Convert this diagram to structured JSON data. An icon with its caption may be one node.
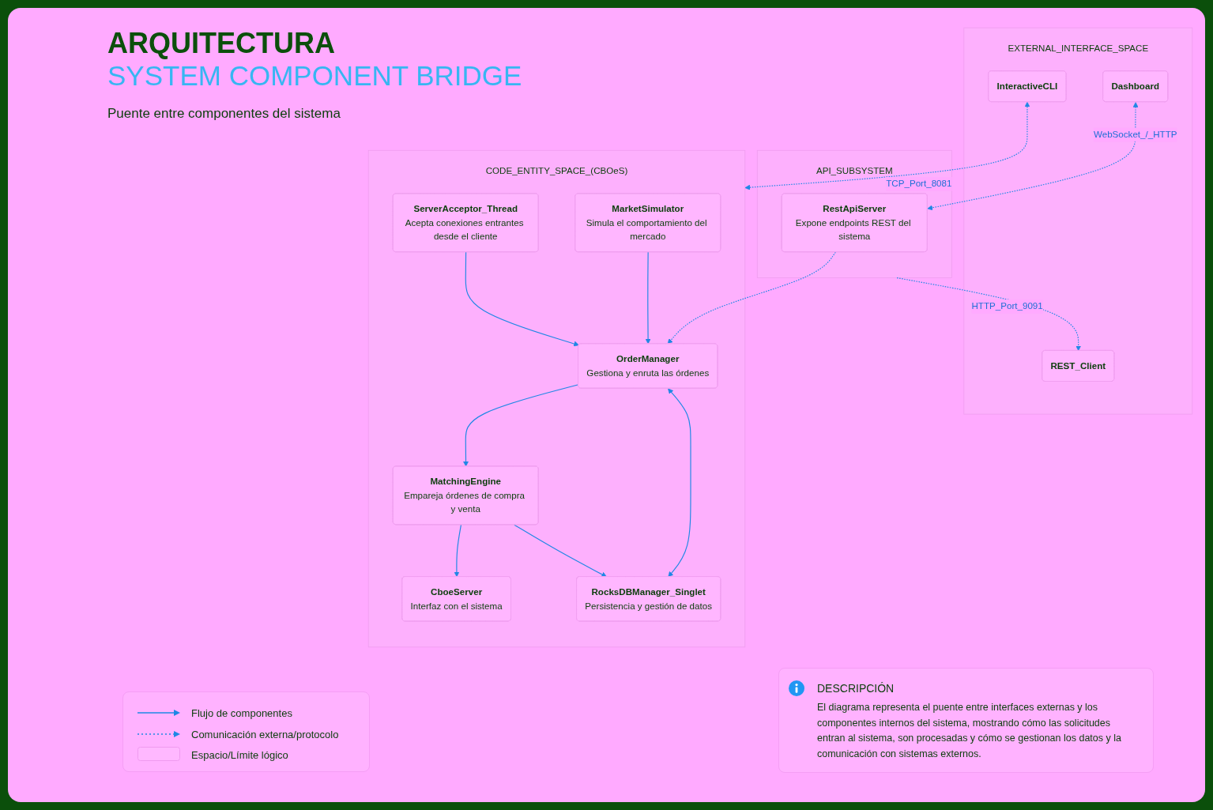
{
  "diagram": {
    "title": "ARQUITECTURA",
    "nodes": [
      {
        "text": [
          "EXTERNAL_INTERFACE_SPACE"
        ]
      },
      {
        "text": [
          "InteractiveCLI"
        ],
        "in": 0
      },
      {
        "text": [
          "Dashboard"
        ],
        "in": 0
      },
      {
        "text": [
          "REST_Client"
        ],
        "in": 0
      },
      {
        "text": [
          "CODE_ENTITY_SPACE_(CBOeS)"
        ]
      },
      {
        "text": [
          "ServerAcceptor_Thread",
          "Acepta conexiones entrantes desde el cliente"
        ],
        "in": 4
      },
      {
        "text": [
          "MarketSimulator",
          "Simula el comportamiento del mercado"
        ],
        "in": 4
      },
      {
        "text": [
          "OrderManager",
          "Gestiona y enruta las órdenes"
        ],
        "in": 4
      },
      {
        "text": [
          "MatchingEngine",
          "Empareja órdenes de compra y venta"
        ],
        "in": 4
      },
      {
        "text": [
          "CboeServer",
          "Interfaz con el sistema"
        ],
        "in": 4
      },
      {
        "text": [
          "RocksDBManager_Singlet",
          "Persistencia y gestión de datos"
        ],
        "in": 4
      },
      {
        "text": [
          "API_SUBSYSTEM"
        ]
      },
      {
        "text": [
          "RestApiServer",
          "Expone endpoints REST del sistema"
        ],
        "in": 11
      }
    ],
    "edges": [
      {
        "from": 1,
        "to": 4,
        "arrow": "both",
        "label": "TCP_Port_8081",
        "style": "dashed"
      },
      {
        "from": 2,
        "to": 12,
        "arrow": "both",
        "label": "WebSocket_/_HTTP",
        "style": "dashed"
      },
      {
        "from": 11,
        "to": 3,
        "arrow": "to",
        "label": "HTTP_Port_9091",
        "style": "dashed"
      },
      {
        "from": 5,
        "to": 7,
        "arrow": "to"
      },
      {
        "from": 6,
        "to": 7,
        "arrow": "to"
      },
      {
        "from": 12,
        "to": 7,
        "arrow": "to",
        "style": "dashed"
      },
      {
        "from": 7,
        "to": 8,
        "arrow": "to"
      },
      {
        "from": 8,
        "to": 9,
        "arrow": "to"
      },
      {
        "from": 8,
        "to": 10,
        "arrow": "to"
      },
      {
        "from": 7,
        "to": 10,
        "arrow": "both"
      }
    ],
    "labels": [
      "SYSTEM COMPONENT BRIDGE",
      "Puente entre componentes del sistema",
      "DESCRIPCIÓN",
      "El diagrama representa el puente entre interfaces externas y los componentes internos del sistema, mostrando cómo las solicitudes entran al sistema, son procesadas y cómo se gestionan los datos y la comunicación con sistemas externos."
    ],
    "legend": [
      {
        "text": "Flujo de componentes"
      },
      {
        "text": "Comunicación externa/protocolo"
      },
      {
        "text": "Espacio/Límite lógico"
      }
    ]
  }
}
